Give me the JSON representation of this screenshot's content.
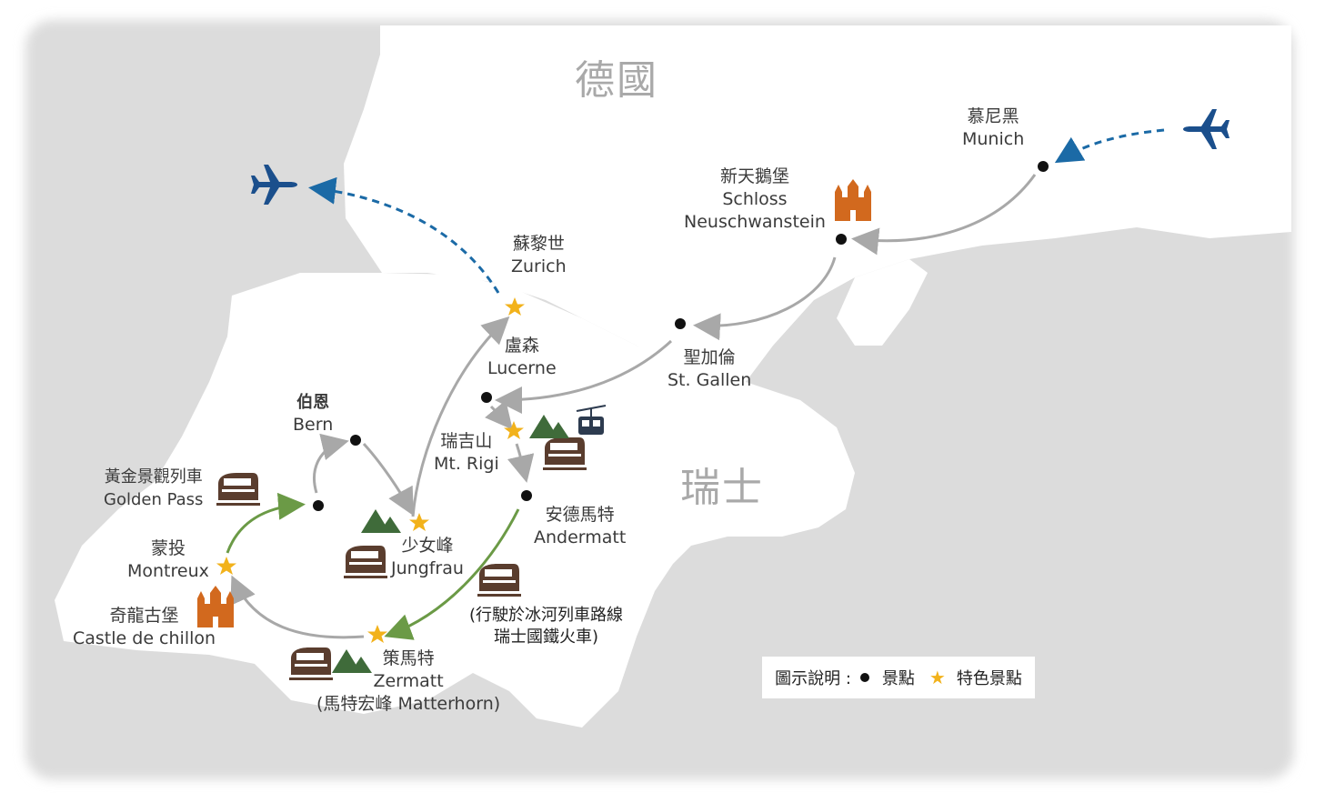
{
  "countries": {
    "germany": "德國",
    "switzerland": "瑞士"
  },
  "places": {
    "munich": {
      "zh": "慕尼黑",
      "en": "Munich"
    },
    "neuschwanstein": {
      "zh": "新天鵝堡",
      "en1": "Schloss",
      "en2": "Neuschwanstein"
    },
    "zurich": {
      "zh": "蘇黎世",
      "en": "Zurich"
    },
    "stgallen": {
      "zh": "聖加倫",
      "en": "St. Gallen"
    },
    "lucerne": {
      "zh": "盧森",
      "en": "Lucerne"
    },
    "bern": {
      "zh": "伯恩",
      "en": "Bern"
    },
    "rigi": {
      "zh": "瑞吉山",
      "en": "Mt. Rigi"
    },
    "andermatt": {
      "zh": "安德馬特",
      "en": "Andermatt"
    },
    "goldenpass": {
      "zh": "黃金景觀列車",
      "en": "Golden Pass"
    },
    "jungfrau": {
      "zh": "少女峰",
      "en": "Jungfrau"
    },
    "montreux": {
      "zh": "蒙投",
      "en": "Montreux"
    },
    "chillon": {
      "zh": "奇龍古堡",
      "en": "Castle de chillon"
    },
    "zermatt": {
      "zh": "策馬特",
      "en": "Zermatt",
      "extra": "(馬特宏峰 Matterhorn)"
    }
  },
  "train_note": {
    "line1": "(行駛於冰河列車路線",
    "line2": "瑞士國鐵火車)"
  },
  "legend": {
    "title": "圖示說明 :",
    "dot_label": "景點",
    "star_label": "特色景點"
  },
  "colors": {
    "land": "#dcdcdc",
    "route_gray": "#a8a8a8",
    "route_green": "#6b9a46",
    "flight_blue": "#1b6aa6",
    "star": "#f2b21b",
    "castle": "#d2691e",
    "train": "#5a3d2e",
    "mountain": "#3f6b3a"
  },
  "icons": [
    "airplane-icon",
    "castle-icon",
    "train-icon",
    "mountain-icon",
    "cable-car-icon",
    "star-icon",
    "dot-icon"
  ]
}
